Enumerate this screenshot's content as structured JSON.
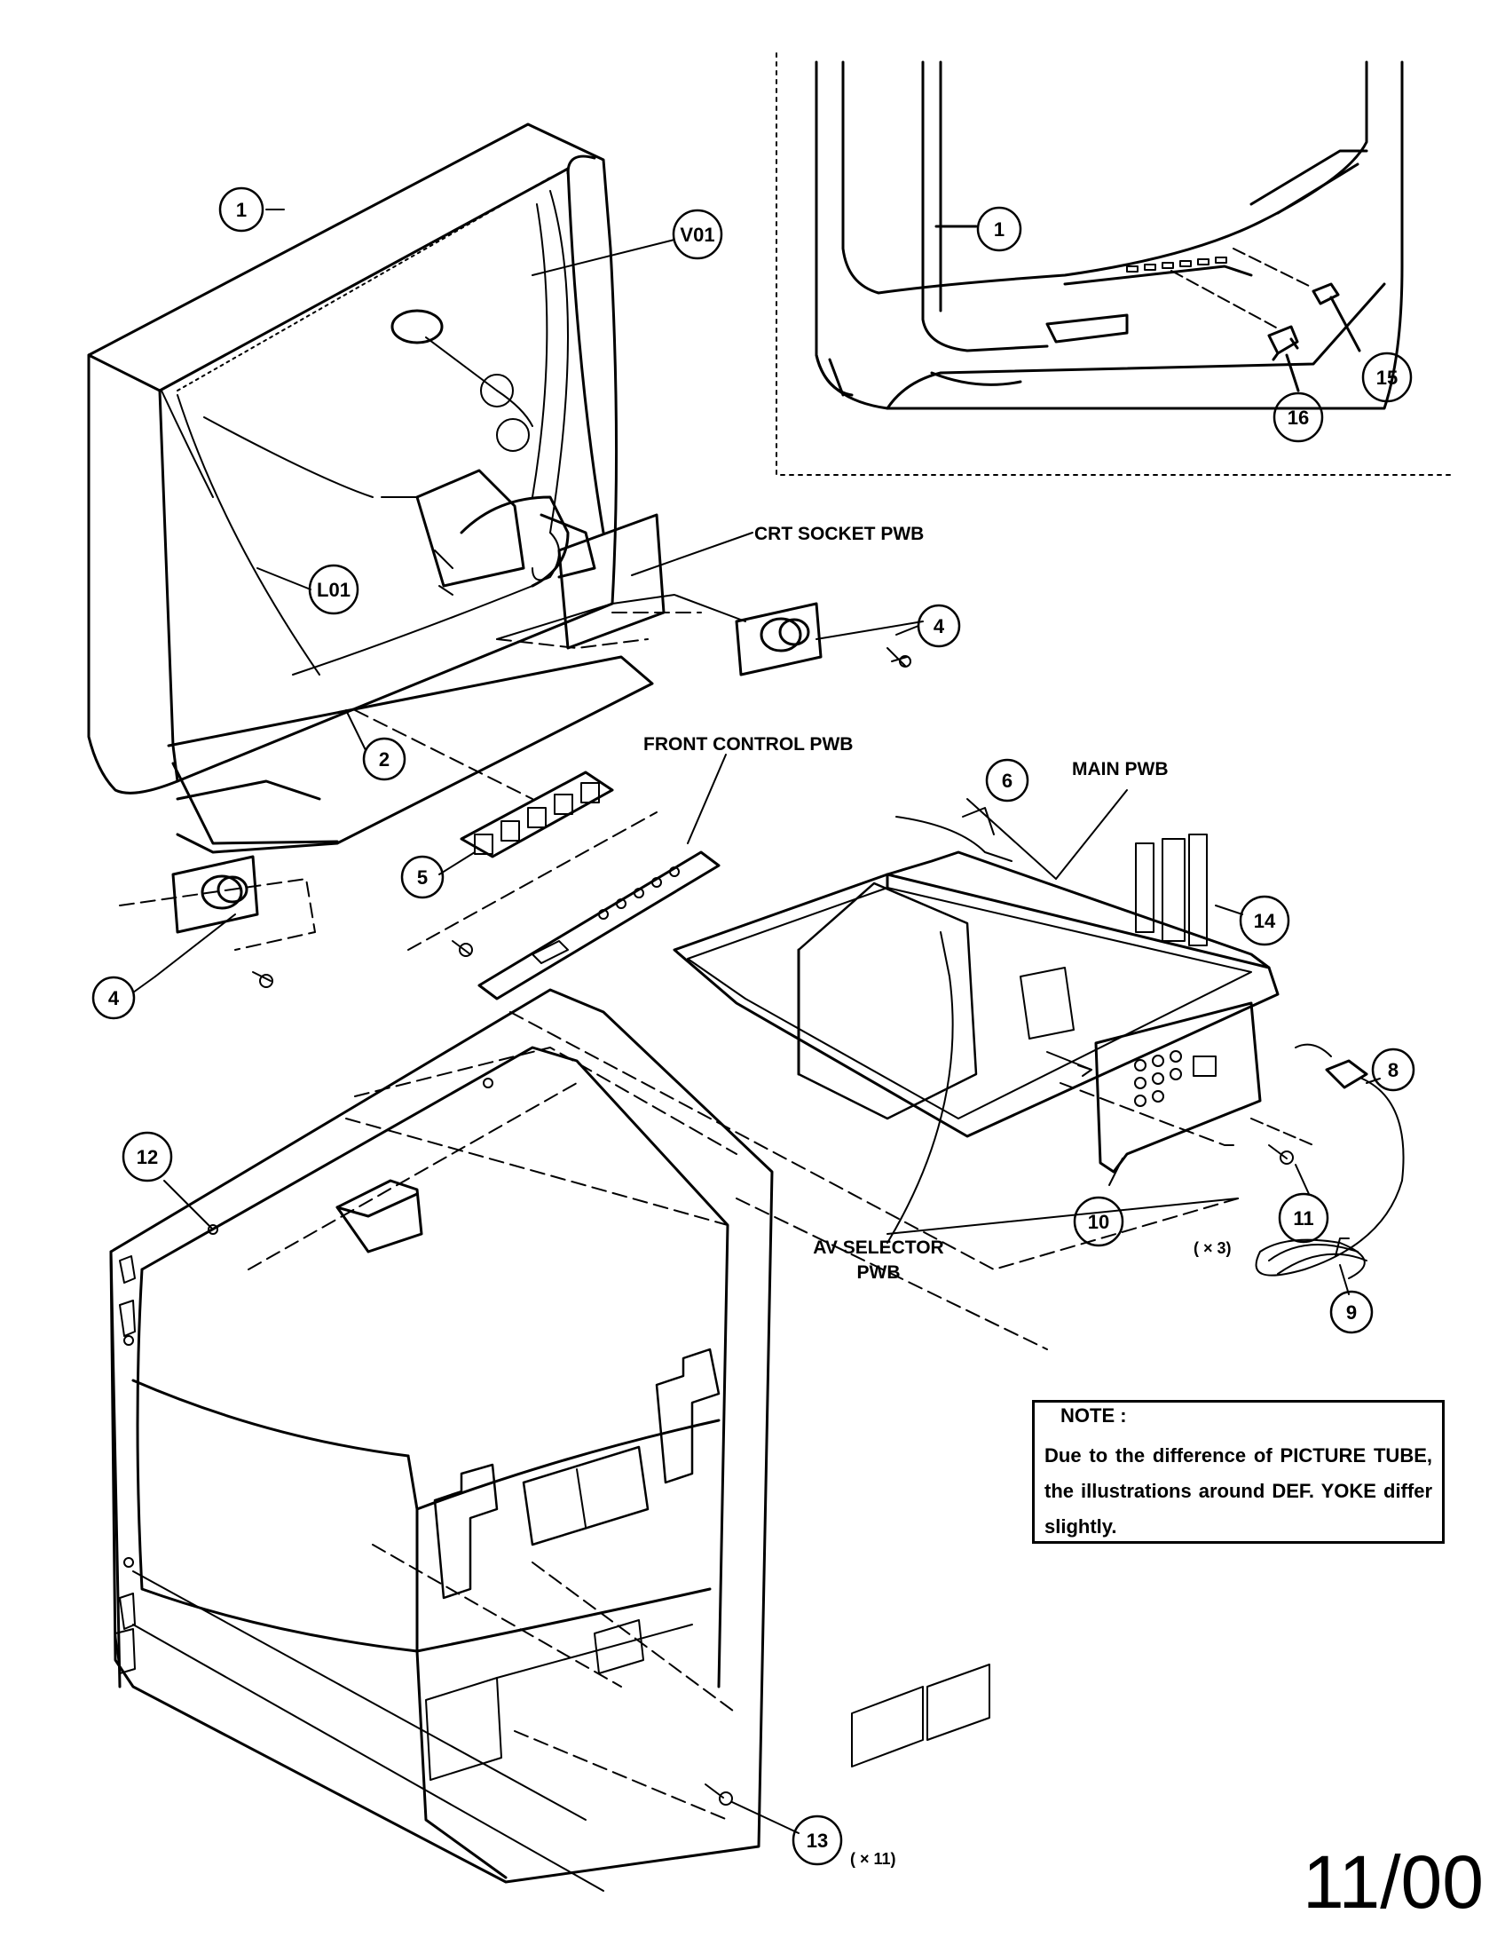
{
  "callouts": {
    "c1_main": "1",
    "c1_inset": "1",
    "v01": "V01",
    "l01": "L01",
    "c2": "2",
    "c4_right": "4",
    "c4_left": "4",
    "c5": "5",
    "c6": "6",
    "c8": "8",
    "c9": "9",
    "c10": "10",
    "c11": "11",
    "c12": "12",
    "c13": "13",
    "c14": "14",
    "c15": "15",
    "c16": "16"
  },
  "labels": {
    "crt_socket": "CRT SOCKET PWB",
    "front_control": "FRONT CONTROL PWB",
    "main_pwb": "MAIN PWB",
    "av_selector_line1": "AV SELECTOR",
    "av_selector_line2": "PWB",
    "qty_11": "( × 3)",
    "qty_13": "( × 11)"
  },
  "note": {
    "title": "NOTE :",
    "body": "Due to the difference of PICTURE TUBE, the illustrations around DEF. YOKE differ slightly."
  },
  "page_number": "11/00"
}
